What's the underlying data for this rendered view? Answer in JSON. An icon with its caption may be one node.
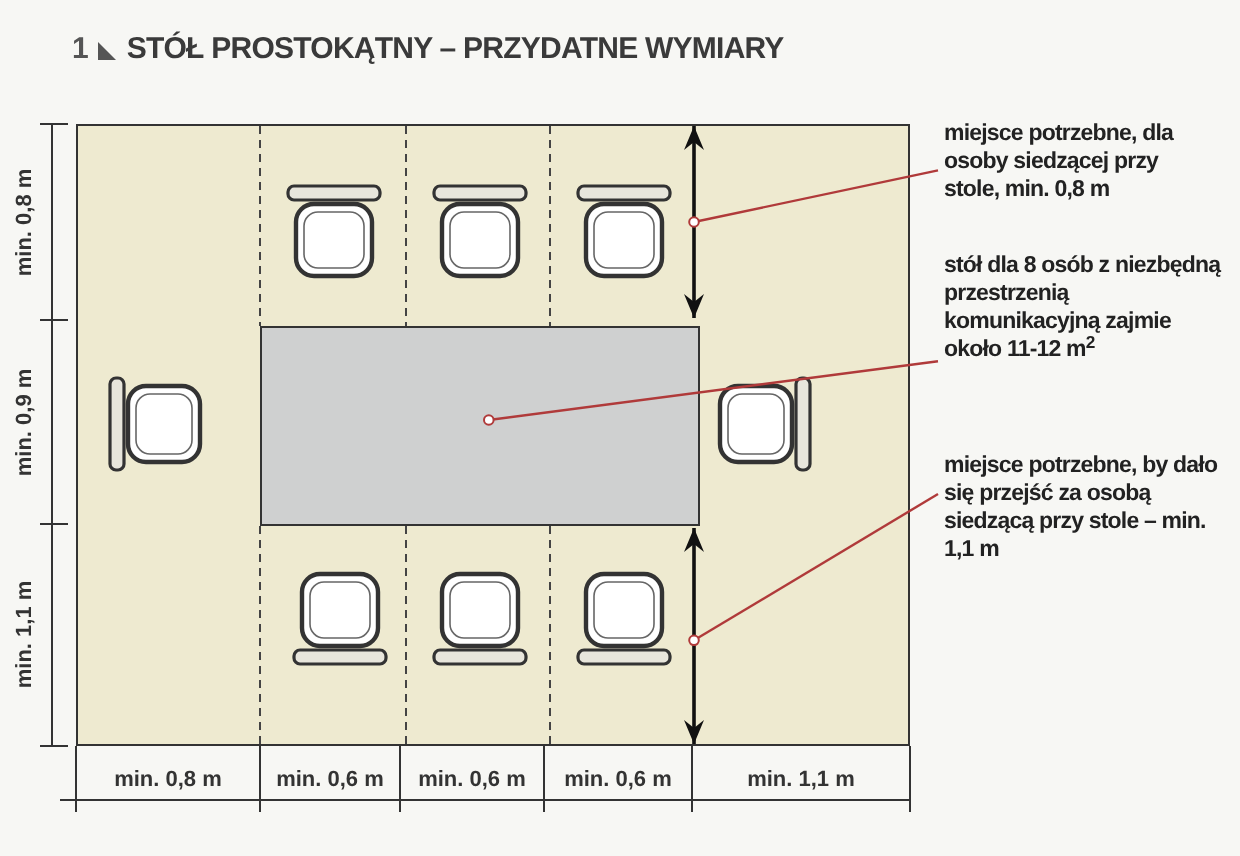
{
  "diagram": {
    "title": "STÓŁ PROSTOKĄTNY – PRZYDATNE WYMIARY",
    "nodes": [
      {
        "text": [
          "miejsce potrzebne, dla osoby siedzącej przy stole, min. 0,8 m"
        ]
      },
      {
        "text": [
          "stół dla 8 osób z niezbędną przestrzenią komunikacyjną zajmie około 11-12 m$^{2}$"
        ]
      },
      {
        "text": [
          "miejsce potrzebne, by dało się przejść za osobą siedzącą przy stole – min. 1,1 m"
        ]
      },
      {
        "text": [],
        "shape": "box"
      },
      {
        "text": [],
        "shape": "arrow"
      },
      {
        "text": [],
        "shape": "arrow"
      }
    ],
    "edges": [
      {
        "from": 0,
        "to": 4,
        "arrow": "other"
      },
      {
        "from": 1,
        "to": 3,
        "arrow": "other"
      },
      {
        "from": 2,
        "to": 5,
        "arrow": "other"
      }
    ],
    "labels": [
      "1",
      "min. 0,8 m",
      "min. 0,9 m",
      "min. 1,1 m",
      "min. 0,8 m",
      "min. 0,6 m",
      "min. 0,6 m",
      "min. 0,6 m",
      "min. 1,1 m"
    ]
  }
}
